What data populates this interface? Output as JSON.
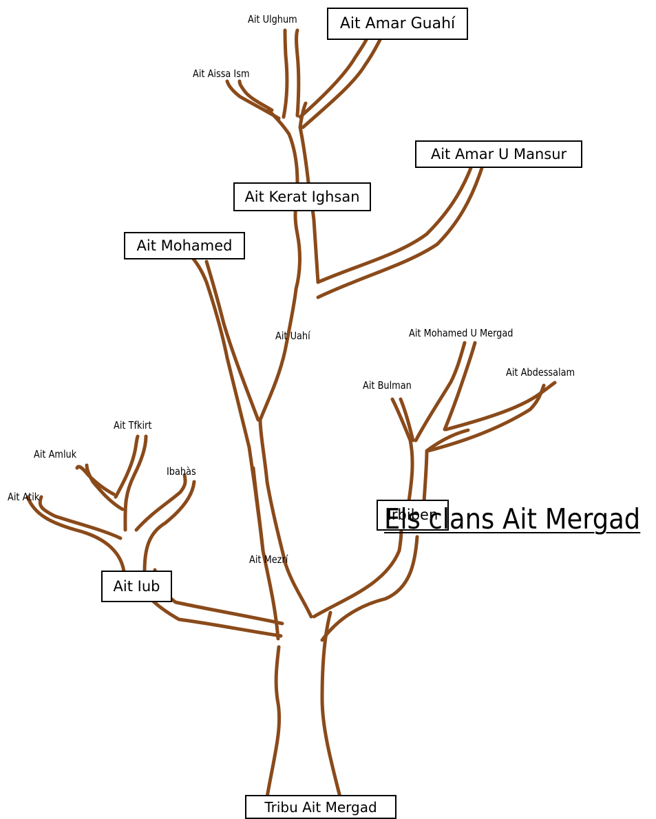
{
  "title": "Els clans Ait Mergad",
  "colors": {
    "branch": "#8a4a1a",
    "box_border": "#000000",
    "background": "#ffffff"
  },
  "root": "Tribu Ait Mergad",
  "boxed_clans": {
    "ait_amar_guahi": "Ait Amar Guahí",
    "ait_amar_u_mansur": "Ait Amar U Mansur",
    "ait_kerat_ighsan": "Ait Kerat Ighsan",
    "ait_mohamed": "Ait Mohamed",
    "irbiben": "Irbiben",
    "ait_iub": "Ait Iub"
  },
  "sub_clans": {
    "ait_ulghum": "Ait Ulghum",
    "ait_aissa_ism": "Ait Aissa Ism",
    "ait_uahi": "Ait Uahí",
    "ait_mohamed_u_mergad": "Ait Mohamed U Mergad",
    "ait_bulman": "Ait Bulman",
    "ait_abdessalam": "Ait Abdessalam",
    "ait_tfkirt": "Ait Tfkirt",
    "ait_amluk": "Ait Amluk",
    "ibahas": "Ibahàs",
    "ait_atik": "Ait Atik",
    "ait_mezri": "Ait Mezrí"
  }
}
